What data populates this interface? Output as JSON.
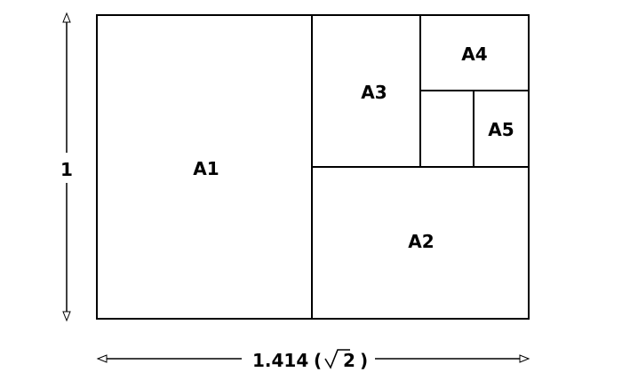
{
  "diagram": {
    "sheets": {
      "a1": "A1",
      "a2": "A2",
      "a3": "A3",
      "a4": "A4",
      "a5": "A5"
    },
    "height_label": "1",
    "width_label": "1.414",
    "width_root": "2",
    "line_color": "#000000",
    "background": "#ffffff"
  }
}
